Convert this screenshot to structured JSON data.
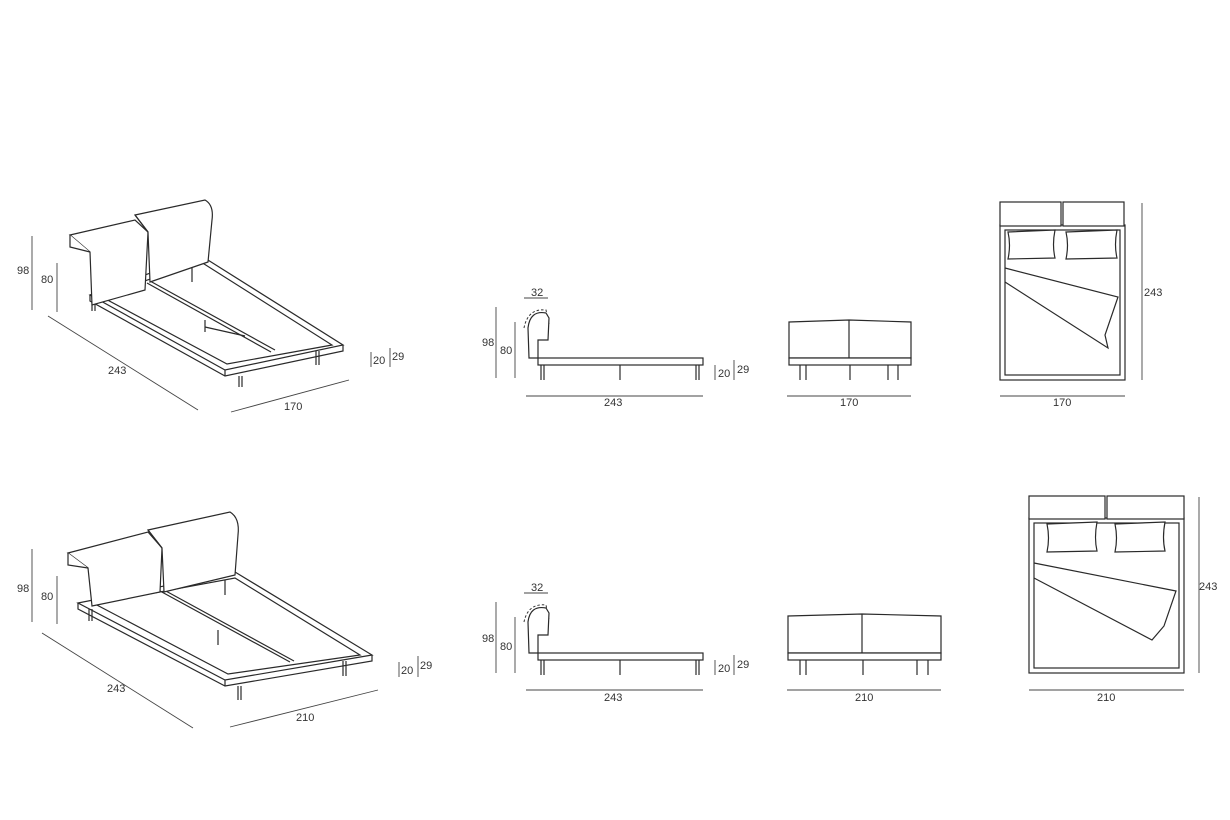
{
  "rows": [
    {
      "iso": {
        "h_total": "98",
        "h_head": "80",
        "length": "243",
        "width": "170",
        "h_frame": "20",
        "h_top": "29"
      },
      "side": {
        "angle": "32",
        "h_total": "98",
        "h_head": "80",
        "length": "243",
        "h_frame": "20",
        "h_top": "29"
      },
      "front": {
        "width": "170"
      },
      "plan": {
        "length": "243",
        "width": "170"
      }
    },
    {
      "iso": {
        "h_total": "98",
        "h_head": "80",
        "length": "243",
        "width": "210",
        "h_frame": "20",
        "h_top": "29"
      },
      "side": {
        "angle": "32",
        "h_total": "98",
        "h_head": "80",
        "length": "243",
        "h_frame": "20",
        "h_top": "29"
      },
      "front": {
        "width": "210"
      },
      "plan": {
        "length": "243",
        "width": "210"
      }
    }
  ]
}
